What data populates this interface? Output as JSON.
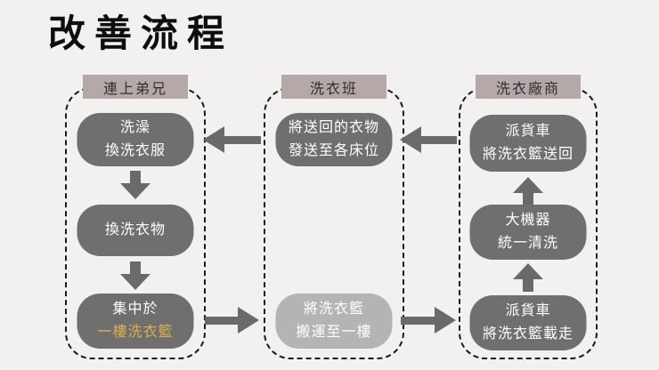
{
  "title": "改善流程",
  "colors": {
    "background": "#f2f1ef",
    "header_bg": "#b5a8a8",
    "node_dark": "#6f6f6f",
    "node_light": "#b4b4b4",
    "node_text": "#ffffff",
    "highlight_text": "#d9b44a",
    "arrow": "#6a6a6a",
    "dashed_border": "#1a1a1a",
    "title_text": "#0e0e0e"
  },
  "columns": [
    {
      "header": "連上弟兄",
      "nodes": [
        {
          "lines": [
            "洗澡",
            "換洗衣服"
          ]
        },
        {
          "lines": [
            "換洗衣物"
          ]
        },
        {
          "lines": [
            "集中於",
            "一樓洗衣籃"
          ]
        }
      ]
    },
    {
      "header": "洗衣班",
      "nodes": [
        {
          "lines": [
            "將送回的衣物",
            "發送至各床位"
          ]
        },
        {
          "lines": [
            "將洗衣籃",
            "搬運至一樓"
          ]
        }
      ]
    },
    {
      "header": "洗衣廠商",
      "nodes": [
        {
          "lines": [
            "派貨車",
            "將洗衣籃送回"
          ]
        },
        {
          "lines": [
            "大機器",
            "統一清洗"
          ]
        },
        {
          "lines": [
            "派貨車",
            "將洗衣籃載走"
          ]
        }
      ]
    }
  ]
}
